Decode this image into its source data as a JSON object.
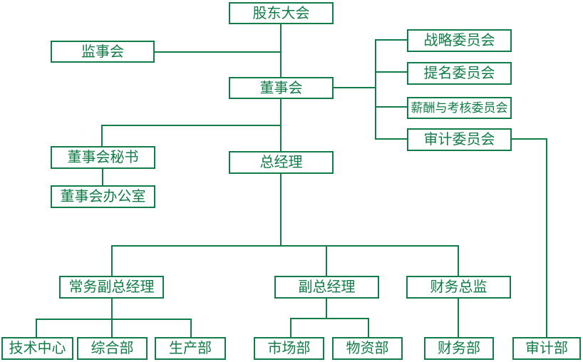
{
  "colors": {
    "accent": "#107C47",
    "background": "#FFFFFF"
  },
  "org_chart": {
    "type": "organization-chart",
    "nodes": {
      "shareholders_meeting": {
        "label": "股东大会"
      },
      "supervisory_board": {
        "label": "监事会"
      },
      "board_of_directors": {
        "label": "董事会"
      },
      "strategy_committee": {
        "label": "战略委员会"
      },
      "nomination_committee": {
        "label": "提名委员会"
      },
      "remuneration_committee": {
        "label": "薪酬与考核委员会"
      },
      "audit_committee": {
        "label": "审计委员会"
      },
      "board_secretary": {
        "label": "董事会秘书"
      },
      "board_office": {
        "label": "董事会办公室"
      },
      "general_manager": {
        "label": "总经理"
      },
      "executive_vice_gm": {
        "label": "常务副总经理"
      },
      "vice_gm": {
        "label": "副总经理"
      },
      "cfo": {
        "label": "财务总监"
      },
      "tech_center": {
        "label": "技术中心"
      },
      "general_dept": {
        "label": "综合部"
      },
      "production_dept": {
        "label": "生产部"
      },
      "marketing_dept": {
        "label": "市场部"
      },
      "materials_dept": {
        "label": "物资部"
      },
      "finance_dept": {
        "label": "财务部"
      },
      "audit_dept": {
        "label": "审计部"
      }
    },
    "edges": [
      {
        "from": "shareholders_meeting",
        "to": "supervisory_board"
      },
      {
        "from": "shareholders_meeting",
        "to": "board_of_directors"
      },
      {
        "from": "board_of_directors",
        "to": "strategy_committee"
      },
      {
        "from": "board_of_directors",
        "to": "nomination_committee"
      },
      {
        "from": "board_of_directors",
        "to": "remuneration_committee"
      },
      {
        "from": "board_of_directors",
        "to": "audit_committee"
      },
      {
        "from": "board_of_directors",
        "to": "board_secretary"
      },
      {
        "from": "board_secretary",
        "to": "board_office"
      },
      {
        "from": "board_of_directors",
        "to": "general_manager"
      },
      {
        "from": "audit_committee",
        "to": "audit_dept"
      },
      {
        "from": "general_manager",
        "to": "executive_vice_gm"
      },
      {
        "from": "general_manager",
        "to": "vice_gm"
      },
      {
        "from": "general_manager",
        "to": "cfo"
      },
      {
        "from": "executive_vice_gm",
        "to": "tech_center"
      },
      {
        "from": "executive_vice_gm",
        "to": "general_dept"
      },
      {
        "from": "executive_vice_gm",
        "to": "production_dept"
      },
      {
        "from": "vice_gm",
        "to": "marketing_dept"
      },
      {
        "from": "vice_gm",
        "to": "materials_dept"
      },
      {
        "from": "cfo",
        "to": "finance_dept"
      }
    ]
  }
}
